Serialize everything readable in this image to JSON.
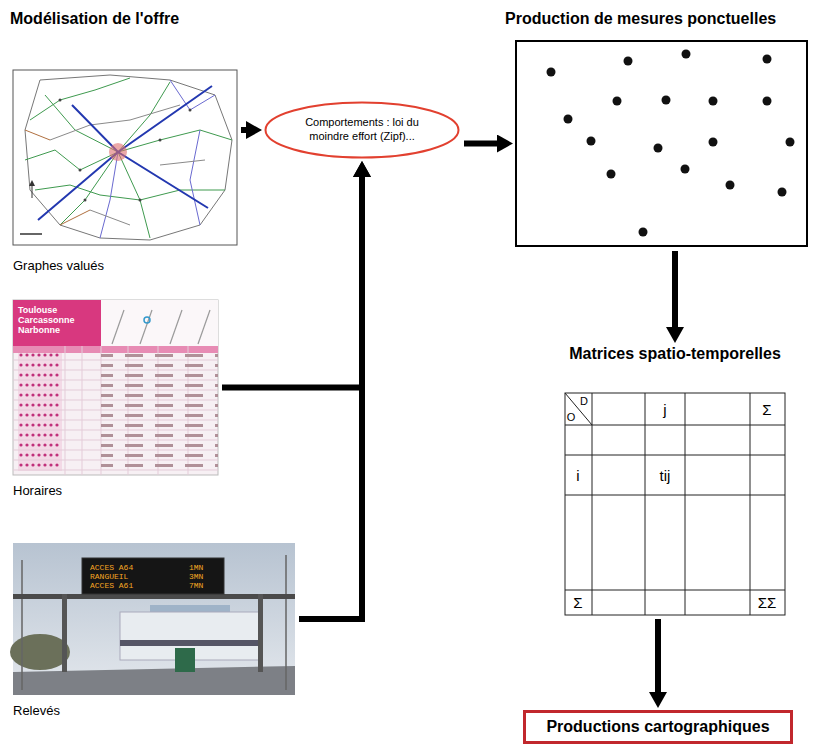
{
  "diagram": {
    "nodes": [
      {
        "text": [
          "Graphes valués"
        ]
      },
      {
        "text": [
          "Horaires"
        ]
      },
      {
        "text": [
          "Relevés"
        ]
      },
      {
        "text": [
          "Comportements : loi du moindre effort (Zipf)..."
        ]
      },
      {
        "text": [
          "Production de mesures ponctuelles"
        ]
      },
      {
        "text": [
          "Matrices spatio-temporelles"
        ]
      },
      {
        "text": [
          "Productions cartographiques"
        ]
      }
    ],
    "edges": [
      {
        "from": 0,
        "to": 3,
        "arrow": "to"
      },
      {
        "from": 1,
        "to": 3,
        "arrow": "to"
      },
      {
        "from": 2,
        "to": 3,
        "arrow": "to"
      },
      {
        "from": 3,
        "to": 4,
        "arrow": "to"
      },
      {
        "from": 4,
        "to": 5,
        "arrow": "to"
      },
      {
        "from": 5,
        "to": 6,
        "arrow": "to"
      }
    ],
    "labels": [
      "Modélisation de l'offre",
      "Toulouse",
      "Carcassonne",
      "Narbonne",
      "ACCES A64",
      "1MN",
      "RANGUEIL",
      "3MN",
      "ACCES A61",
      "7MN",
      "D",
      "O",
      "j",
      "Σ",
      "i",
      "tij",
      "Σ",
      "ΣΣ"
    ]
  }
}
